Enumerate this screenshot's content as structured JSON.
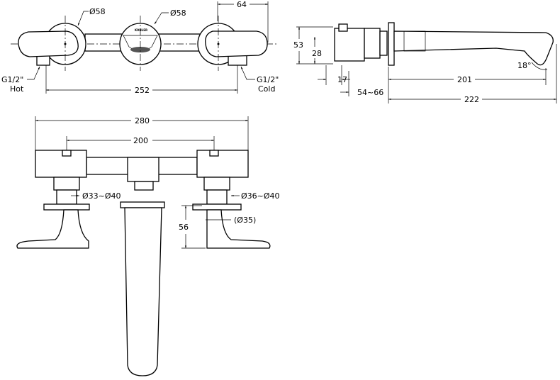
{
  "top_view": {
    "left_diameter": "Ø58",
    "center_diameter": "Ø58",
    "lever_offset": "64",
    "hot_thread": "G1/2\"",
    "hot_label": "Hot",
    "cold_thread": "G1/2\"",
    "cold_label": "Cold",
    "span": "252",
    "logo": "KOHLER"
  },
  "side_view": {
    "plate_height": "53",
    "body_height": "28",
    "body_depth": "17",
    "wall_range": "54~66",
    "spout_length": "201",
    "spout_angle": "18°",
    "total_length": "222"
  },
  "front_view": {
    "total_width": "280",
    "center_distance": "200",
    "left_hole": "Ø33~Ø40",
    "right_hole": "Ø36~Ø40",
    "hole_min": "(Ø35)",
    "spout_drop": "56"
  }
}
